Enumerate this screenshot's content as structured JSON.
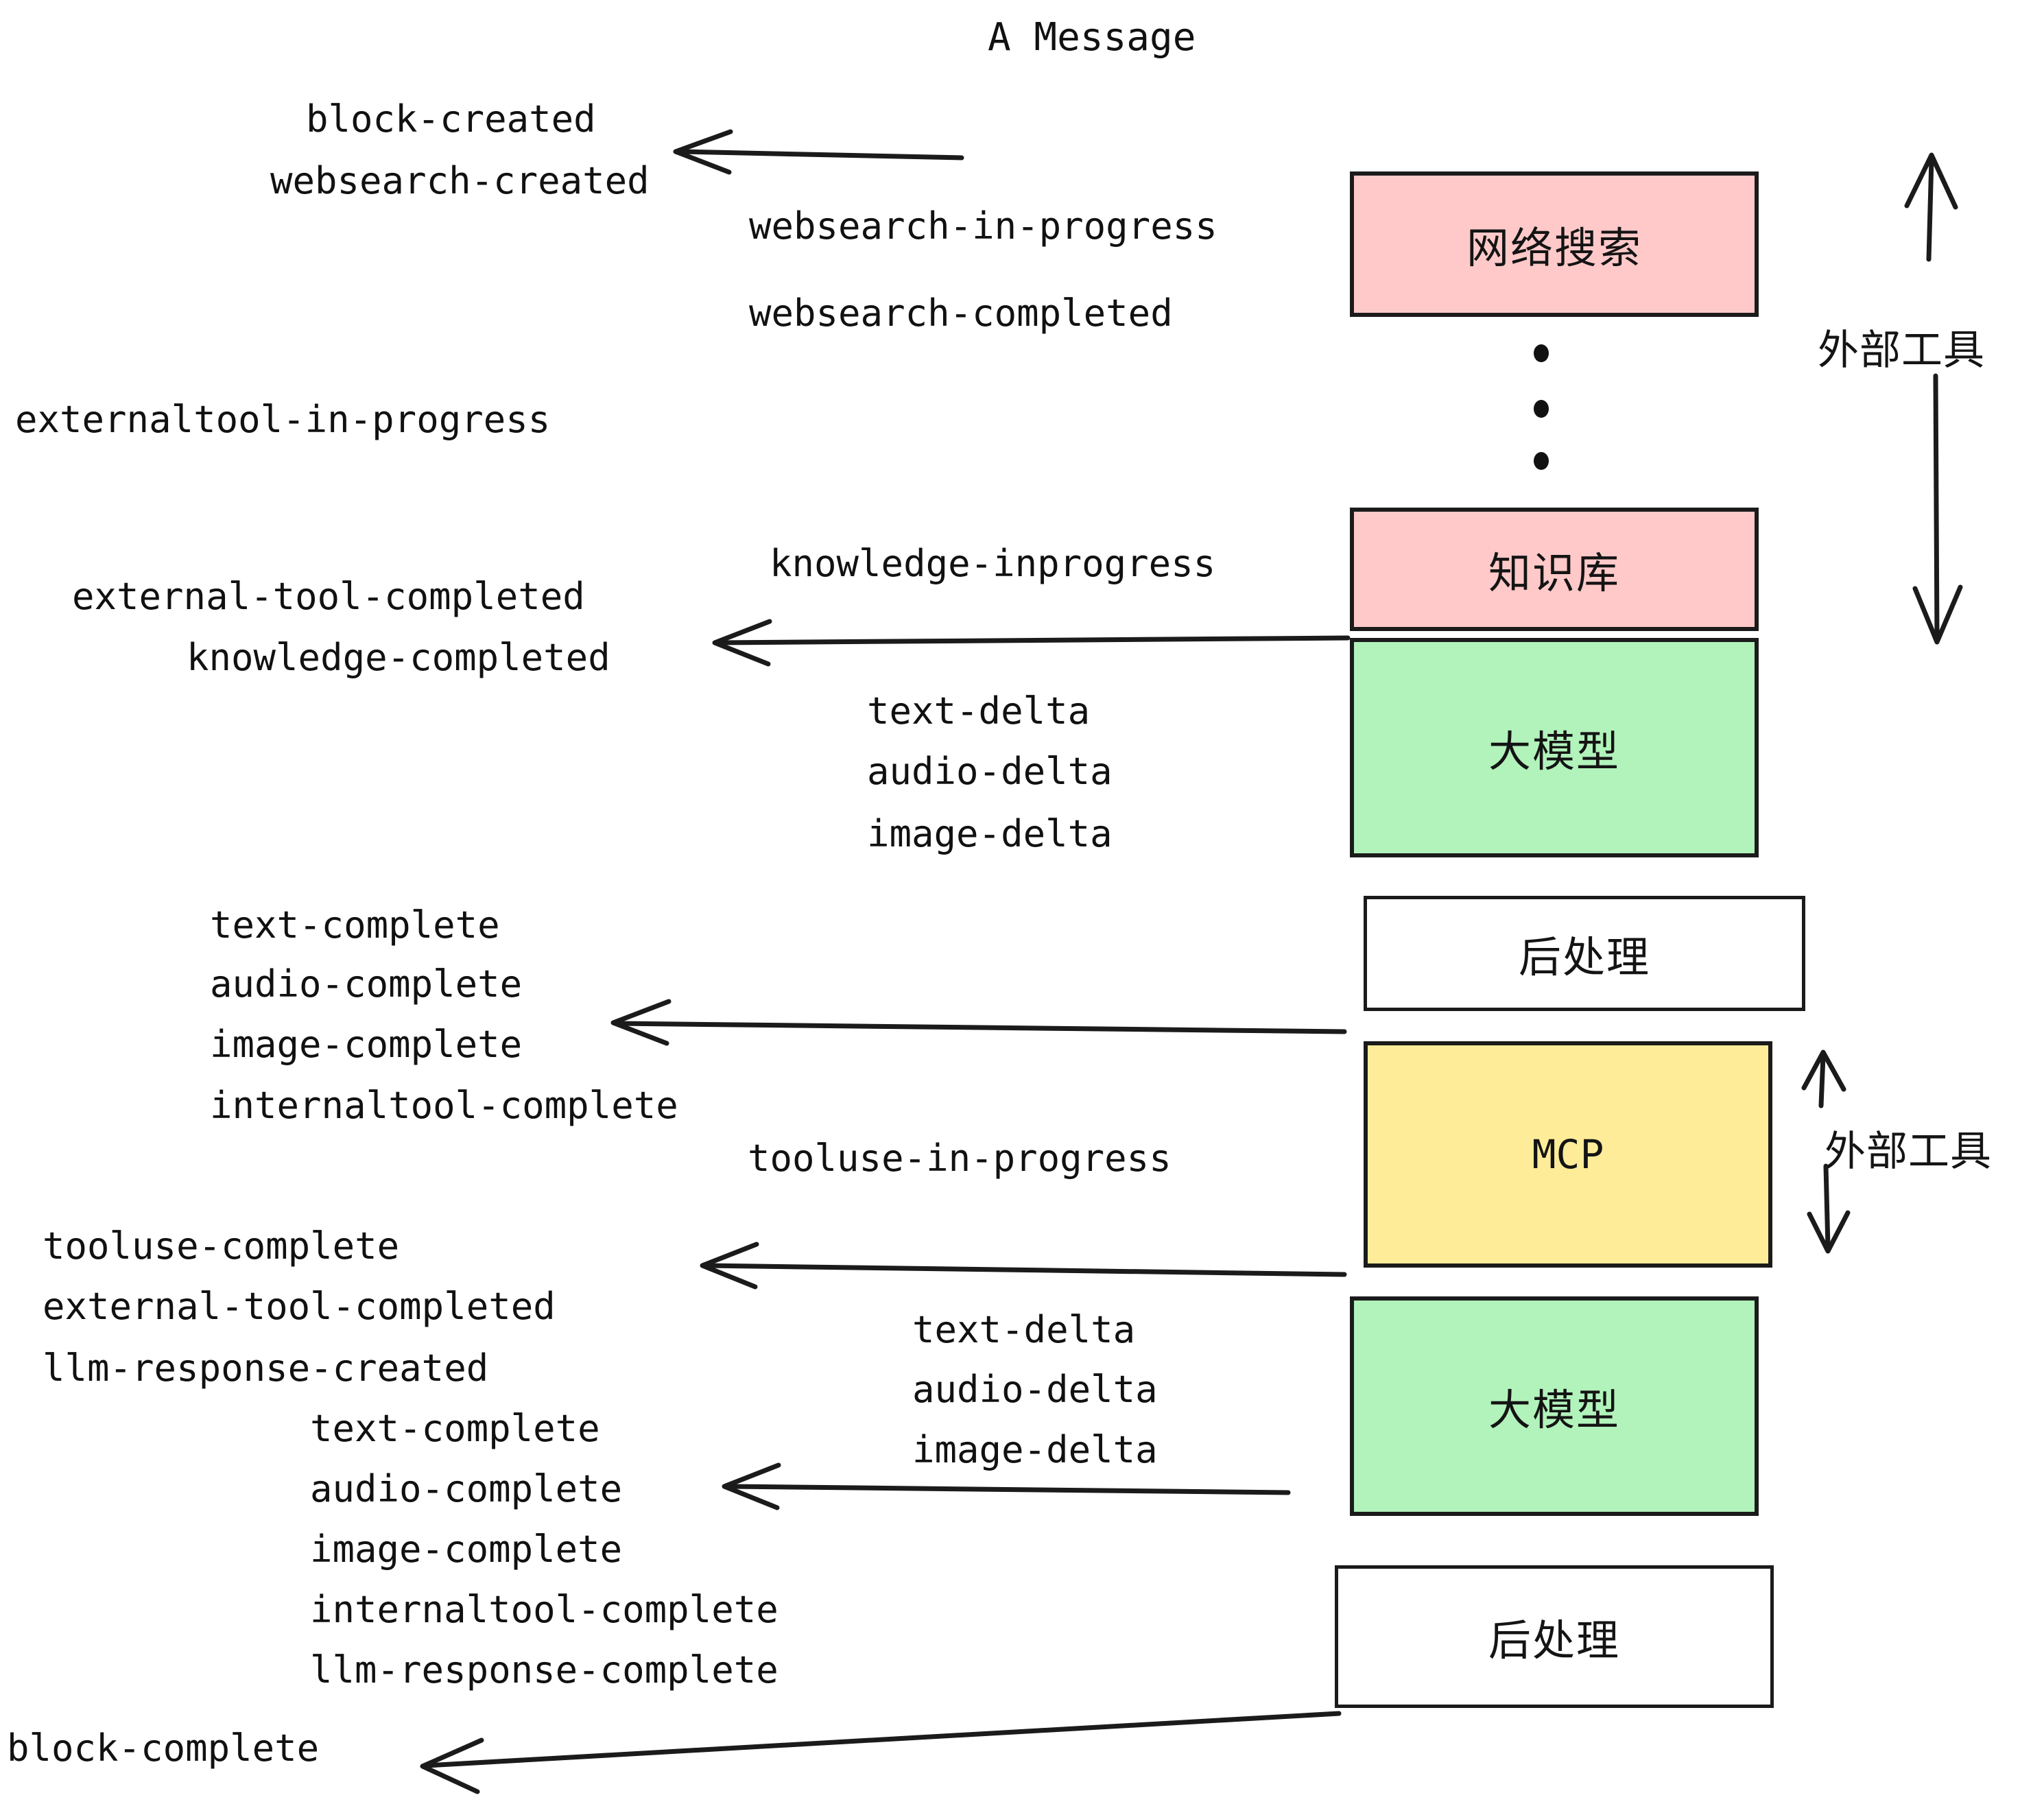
{
  "title": "A Message",
  "colors": {
    "pink": "#FFC9C9",
    "green": "#B2F2BB",
    "yellow": "#FFEC99",
    "white": "#FFFFFF",
    "stroke": "#1B1B1B",
    "text": "#111111"
  },
  "boxes": {
    "websearch": "网络搜索",
    "knowledge": "知识库",
    "llm_1": "大模型",
    "postprocess_1": "后处理",
    "mcp": "MCP",
    "llm_2": "大模型",
    "postprocess_2": "后处理"
  },
  "side_labels": {
    "external_tool_top": "外部工具",
    "external_tool_bottom": "外部工具"
  },
  "events": {
    "block_created": "block-created",
    "websearch_created": "websearch-created",
    "websearch_in_progress": "websearch-in-progress",
    "websearch_completed": "websearch-completed",
    "externaltool_in_progress": "externaltool-in-progress",
    "knowledge_inprogress": "knowledge-inprogress",
    "external_tool_completed_1": "external-tool-completed",
    "knowledge_completed": "knowledge-completed",
    "text_delta_1": "text-delta",
    "audio_delta_1": "audio-delta",
    "image_delta_1": "image-delta",
    "text_complete_1": "text-complete",
    "audio_complete_1": "audio-complete",
    "image_complete_1": "image-complete",
    "internaltool_complete_1": "internaltool-complete",
    "tooluse_in_progress": "tooluse-in-progress",
    "tooluse_complete": "tooluse-complete",
    "external_tool_completed_2": "external-tool-completed",
    "llm_response_created": "llm-response-created",
    "text_delta_2": "text-delta",
    "audio_delta_2": "audio-delta",
    "image_delta_2": "image-delta",
    "text_complete_2": "text-complete",
    "audio_complete_2": "audio-complete",
    "image_complete_2": "image-complete",
    "internaltool_complete_2": "internaltool-complete",
    "llm_response_complete": "llm-response-complete",
    "block_complete": "block-complete"
  }
}
